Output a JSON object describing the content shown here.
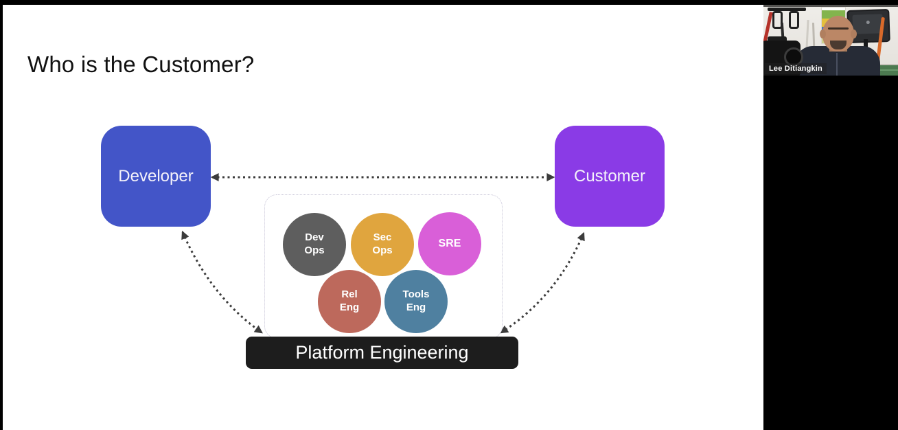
{
  "slide": {
    "title": "Who is the Customer?",
    "nodes": {
      "developer": {
        "label": "Developer",
        "color": "#4355c8"
      },
      "customer": {
        "label": "Customer",
        "color": "#8a3be6"
      },
      "platform": {
        "label": "Platform Engineering",
        "color": "#1d1d1d"
      }
    },
    "team_circles": [
      {
        "label": "Dev\nOps",
        "color": "#5e5e5e"
      },
      {
        "label": "Sec\nOps",
        "color": "#e0a53e"
      },
      {
        "label": "SRE",
        "color": "#d95fd8"
      },
      {
        "label": "Rel\nEng",
        "color": "#bd695c"
      },
      {
        "label": "Tools\nEng",
        "color": "#4f80a0"
      }
    ],
    "arrow_color": "#3c3c3c",
    "container_border_color": "#c6c3d6"
  },
  "video_panel": {
    "participant_name": "Lee Ditiangkin"
  }
}
